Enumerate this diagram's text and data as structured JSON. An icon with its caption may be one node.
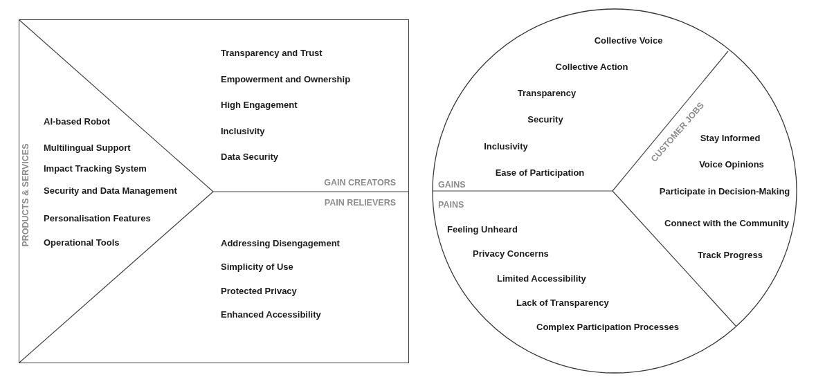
{
  "diagram": {
    "nodes": [
      {
        "text": [],
        "shape": "box"
      },
      {
        "text": [
          "PRODUCTS & SERVICES",
          "AI-based Robot",
          "Multilingual Support",
          "Impact Tracking System",
          "Security and Data Management",
          "Personalisation Features",
          "Operational Tools"
        ],
        "in": 0
      },
      {
        "text": [
          "Transparency and Trust",
          "Empowerment and Ownership",
          "High Engagement",
          "Inclusivity",
          "Data Security",
          "GAIN CREATORS"
        ],
        "in": 0
      },
      {
        "text": [
          "PAIN RELIEVERS",
          "Addressing Disengagement",
          "Simplicity of Use",
          "Protected Privacy",
          "Enhanced Accessibility"
        ],
        "in": 0
      },
      {
        "text": [],
        "shape": "circle"
      },
      {
        "text": [
          "Collective Voice",
          "Collective Action",
          "Transparency",
          "Security",
          "Inclusivity",
          "Ease of Participation",
          "GAINS"
        ],
        "in": 4
      },
      {
        "text": [
          "PAINS",
          "Feeling Unheard",
          "Privacy Concerns",
          "Limited Accessibility",
          "Lack of Transparency",
          "Complex Participation Processes"
        ],
        "in": 4
      },
      {
        "text": [
          "CUSTOMER JOBS",
          "Stay Informed",
          "Voice Opinions",
          "Participate in Decision-Making",
          "Connect with the Community",
          "Track Progress"
        ],
        "in": 4
      }
    ]
  }
}
